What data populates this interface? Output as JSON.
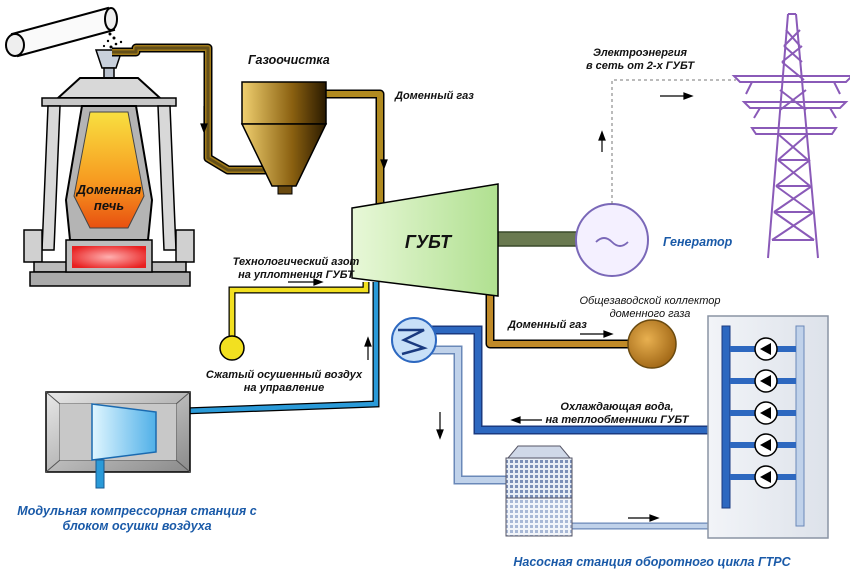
{
  "labels": {
    "gas_cleaning": "Газоочистка",
    "blast_furnace_line1": "Доменная",
    "blast_furnace_line2": "печь",
    "blast_gas_top": "Доменный газ",
    "blast_gas_bottom": "Доменный газ",
    "power_line1": "Электроэнергия",
    "power_line2": "в сеть от 2-х ГУБТ",
    "gubt": "ГУБТ",
    "generator": "Генератор",
    "nitrogen_line1": "Технологический азот",
    "nitrogen_line2": "на уплотнения ГУБТ",
    "collector_line1": "Общезаводской коллектор",
    "collector_line2": "доменного газа",
    "dry_air_line1": "Сжатый осушенный воздух",
    "dry_air_line2": "на управление",
    "cooling_water_line1": "Охлаждающая вода,",
    "cooling_water_line2": "на теплообменники ГУБТ",
    "compressor_line1": "Модульная компрессорная станция с",
    "compressor_line2": "блоком осушки воздуха",
    "pump_station": "Насосная станция оборотного цикла ГТРС"
  },
  "icons": [
    "conveyor-icon",
    "blast-furnace-icon",
    "cyclone-icon",
    "turbine-icon",
    "generator-icon",
    "transmission-tower-icon",
    "heat-exchanger-icon",
    "compressor-icon",
    "cooling-tower-icon",
    "pump-icon"
  ],
  "colors": {
    "gas_pipe": "#a07a18",
    "nitrogen_pipe": "#f2e020",
    "air_pipe": "#2a9ad8",
    "water_pipe": "#2d68c0",
    "return_pipe": "#b8cde8",
    "turbine": "#c8ecb0",
    "collector": "#b87818",
    "shaft": "#6a7a50"
  }
}
